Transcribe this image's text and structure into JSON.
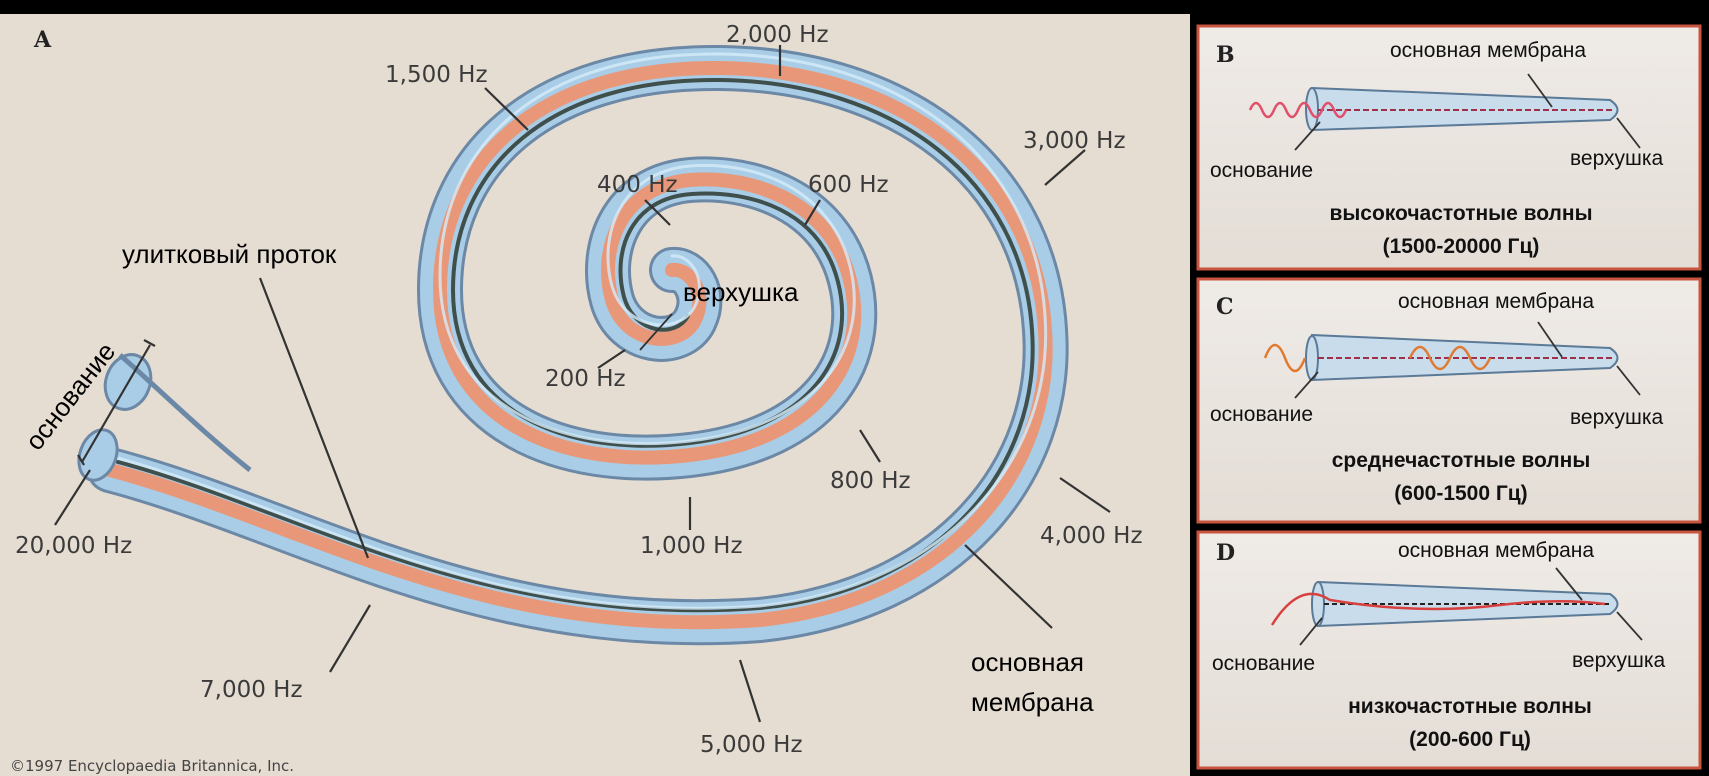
{
  "main_diagram": {
    "panel_letter": "A",
    "labels": {
      "hz_20000": "20,000 Hz",
      "hz_7000": "7,000 Hz",
      "hz_5000": "5,000 Hz",
      "hz_4000": "4,000 Hz",
      "hz_3000": "3,000 Hz",
      "hz_2000": "2,000 Hz",
      "hz_1500": "1,500 Hz",
      "hz_1000": "1,000 Hz",
      "hz_800": "800 Hz",
      "hz_600": "600 Hz",
      "hz_400": "400 Hz",
      "hz_200": "200 Hz",
      "cochlear_duct": "улитковый проток",
      "apex": "верхушка",
      "base": "основание",
      "basilar_membrane_line1": "основная",
      "basilar_membrane_line2": "мембрана"
    },
    "copyright": "©1997 Encyclopaedia Britannica, Inc."
  },
  "panels": [
    {
      "letter": "B",
      "membrane_label": "основная мембрана",
      "base_label": "основание",
      "apex_label": "верхушка",
      "title_line1": "высокочастотные волны",
      "title_line2": "(1500-20000 Гц)",
      "wave_color": "#e0506a"
    },
    {
      "letter": "C",
      "membrane_label": "основная мембрана",
      "base_label": "основание",
      "apex_label": "верхушка",
      "title_line1": "среднечастотные волны",
      "title_line2": "(600-1500 Гц)",
      "wave_color": "#e07a30"
    },
    {
      "letter": "D",
      "membrane_label": "основная мембрана",
      "base_label": "основание",
      "apex_label": "верхушка",
      "title_line1": "низкочастотные волны",
      "title_line2": "(200-600 Гц)",
      "wave_color": "#d84040"
    }
  ],
  "colors": {
    "background": "#e6ddd2",
    "tube_outer": "#6b88a6",
    "tube_fill": "#a9cde6",
    "tube_highlight": "#d6ecfa",
    "membrane_orange": "#e89878",
    "membrane_dark": "#3f4f4c",
    "panel_border": "#c9553e"
  }
}
